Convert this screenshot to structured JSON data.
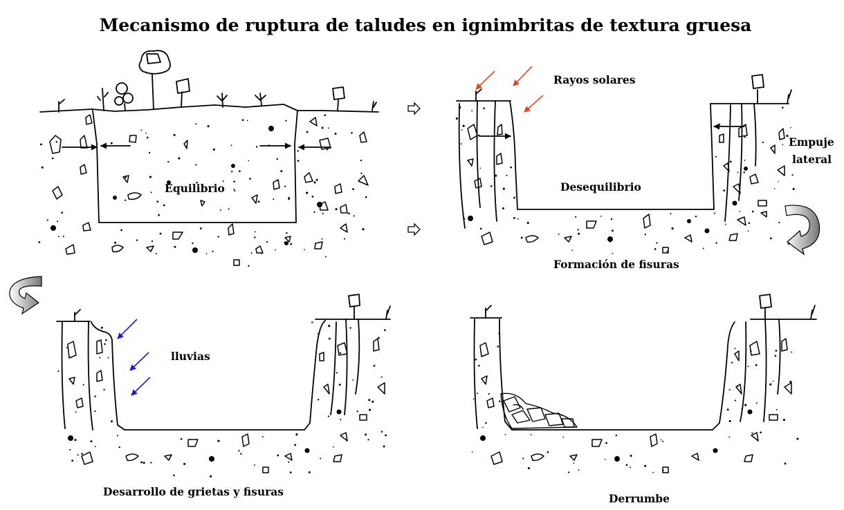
{
  "title": "Mecanismo de ruptura de taludes en ignimbritas de textura gruesa",
  "panels": [
    {
      "label": "Equilibrio"
    },
    {
      "label": "Desequilibrio",
      "labels": [
        "Rayos solares",
        "Empuje",
        "lateral"
      ],
      "caption": "Formación de fisuras"
    },
    {
      "label": "lluvias",
      "caption": "Desarrollo de grietas y fisuras"
    },
    {
      "label": "",
      "caption": "Derrumbe"
    }
  ],
  "colors": {
    "sun_arrows": "#e8431d",
    "rain_arrows": "#1c1cd6",
    "ink": "#000000",
    "curved_arrow": "#888888"
  }
}
